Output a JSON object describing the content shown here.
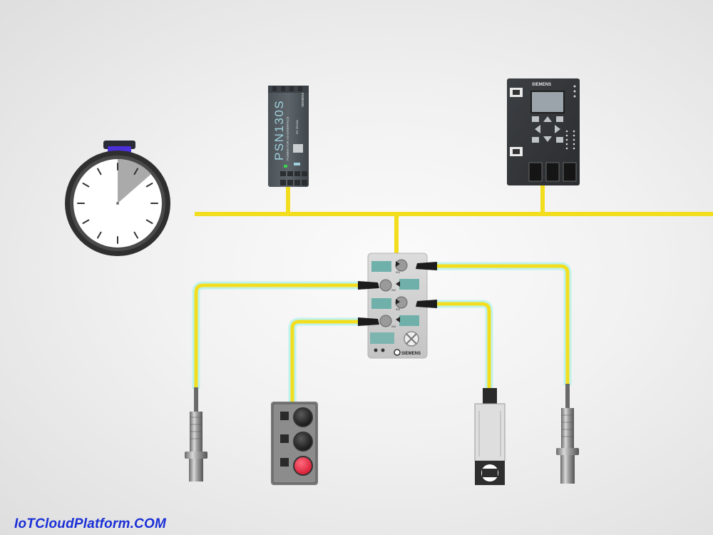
{
  "power_supply": {
    "model": "PSN130S",
    "subtitle": "POWER FOR AS-INTERFACE",
    "brand": "SIEMENS",
    "rating": "DC 30V/4A"
  },
  "controller": {
    "brand": "SIEMENS"
  },
  "io_module": {
    "brand": "SIEMENS",
    "ports": [
      "IN1",
      "IN2",
      "IN3",
      "IN4"
    ]
  },
  "stopwatch": {
    "elapsed_fraction": 0.12
  },
  "push_button_station": {
    "buttons": [
      "black",
      "black",
      "red"
    ]
  },
  "footer": {
    "brand": "IoTCloudPlatform.COM"
  },
  "colors": {
    "bus": "#f3dd1f",
    "cable_glow": "#9ff0ea",
    "stopwatch_crown": "#4b2fd9",
    "stop_button": "#e8203e"
  }
}
